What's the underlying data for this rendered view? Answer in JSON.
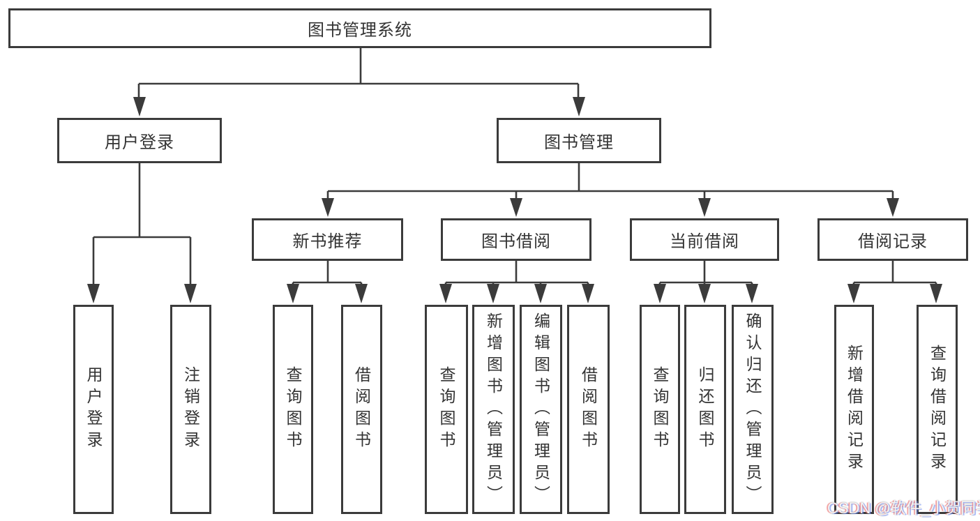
{
  "diagram": {
    "nodes": {
      "root": "图书管理系统",
      "user_login": "用户登录",
      "book_mgmt": "图书管理",
      "new_book_rec": "新书推荐",
      "book_borrow": "图书借阅",
      "current_borrow": "当前借阅",
      "borrow_record": "借阅记录",
      "leaf_user_login": "用户登录",
      "leaf_logout": "注销登录",
      "leaf_nb_query": "查询图书",
      "leaf_nb_borrow": "借阅图书",
      "leaf_bb_query": "查询图书",
      "leaf_bb_add": "新增图书（管理员）",
      "leaf_bb_edit": "编辑图书（管理员）",
      "leaf_bb_borrow": "借阅图书",
      "leaf_cb_query": "查询图书",
      "leaf_cb_return": "归还图书",
      "leaf_cb_confirm": "确认归还（管理员）",
      "leaf_br_add": "新增借阅记录",
      "leaf_br_query": "查询借阅记录"
    },
    "watermark": "CSDN @软件_小贺同学",
    "colors": {
      "line": "#3b3b3b",
      "text": "#333333",
      "background": "#ffffff"
    }
  }
}
